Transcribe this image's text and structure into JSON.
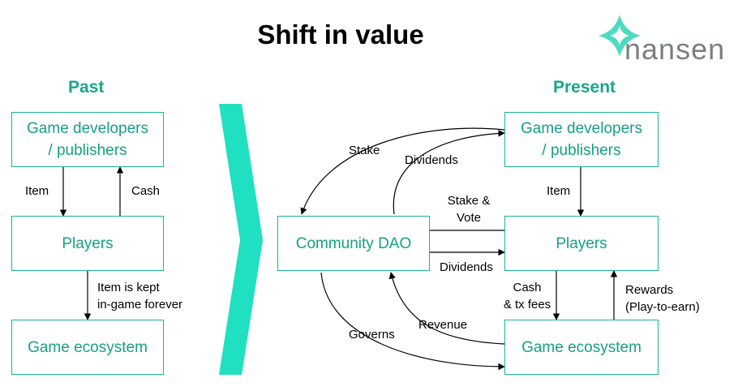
{
  "title": "Shift in value",
  "brand": {
    "name": "nansen",
    "accent": "#2fd3b5",
    "text_color": "#7a7f82"
  },
  "colors": {
    "box_border": "#1bb394",
    "box_text": "#16a085",
    "heading": "#1aa68a",
    "chevron": "#1fe0c0"
  },
  "past": {
    "heading": "Past",
    "boxes": {
      "developers": "Game developers\n/ publishers",
      "players": "Players",
      "ecosystem": "Game ecosystem"
    },
    "edge_labels": {
      "item": "Item",
      "cash": "Cash",
      "kept": "Item is kept\nin-game forever"
    }
  },
  "present": {
    "heading": "Present",
    "boxes": {
      "dao": "Community DAO",
      "developers": "Game developers\n/ publishers",
      "players": "Players",
      "ecosystem": "Game ecosystem"
    },
    "edge_labels": {
      "stake": "Stake",
      "dividends_top": "Dividends",
      "stake_vote": "Stake &\nVote",
      "item": "Item",
      "dividends_mid": "Dividends",
      "cash_fees": "Cash\n& tx fees",
      "rewards": "Rewards\n(Play-to-earn)",
      "revenue": "Revenue",
      "governs": "Governs"
    }
  }
}
